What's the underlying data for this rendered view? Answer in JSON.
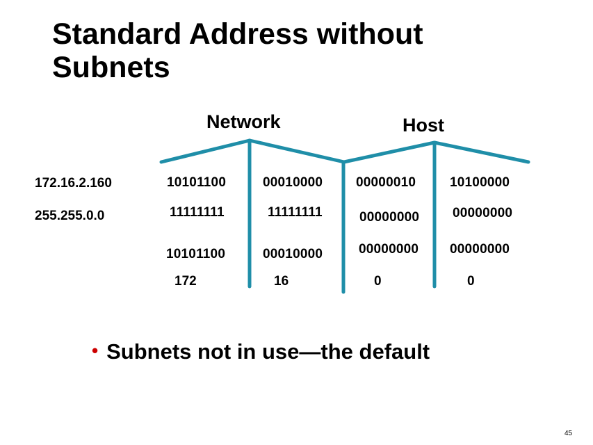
{
  "slide": {
    "title": "Standard Address without Subnets",
    "page_number": "45",
    "bullet": "Subnets not in use—the default"
  },
  "colors": {
    "divider": "#1f8ea8",
    "bullet": "#cc0000",
    "text": "#000000"
  },
  "diagram": {
    "network_label": "Network",
    "host_label": "Host",
    "ip_address": "172.16.2.160",
    "subnet_mask": "255.255.0.0",
    "ip_bits": [
      "10101100",
      "00010000",
      "00000010",
      "10100000"
    ],
    "mask_bits": [
      "11111111",
      "11111111",
      "00000000",
      "00000000"
    ],
    "result_bits": [
      "10101100",
      "00010000",
      "00000000",
      "00000000"
    ],
    "result_decimal": [
      "172",
      "16",
      "0",
      "0"
    ]
  }
}
